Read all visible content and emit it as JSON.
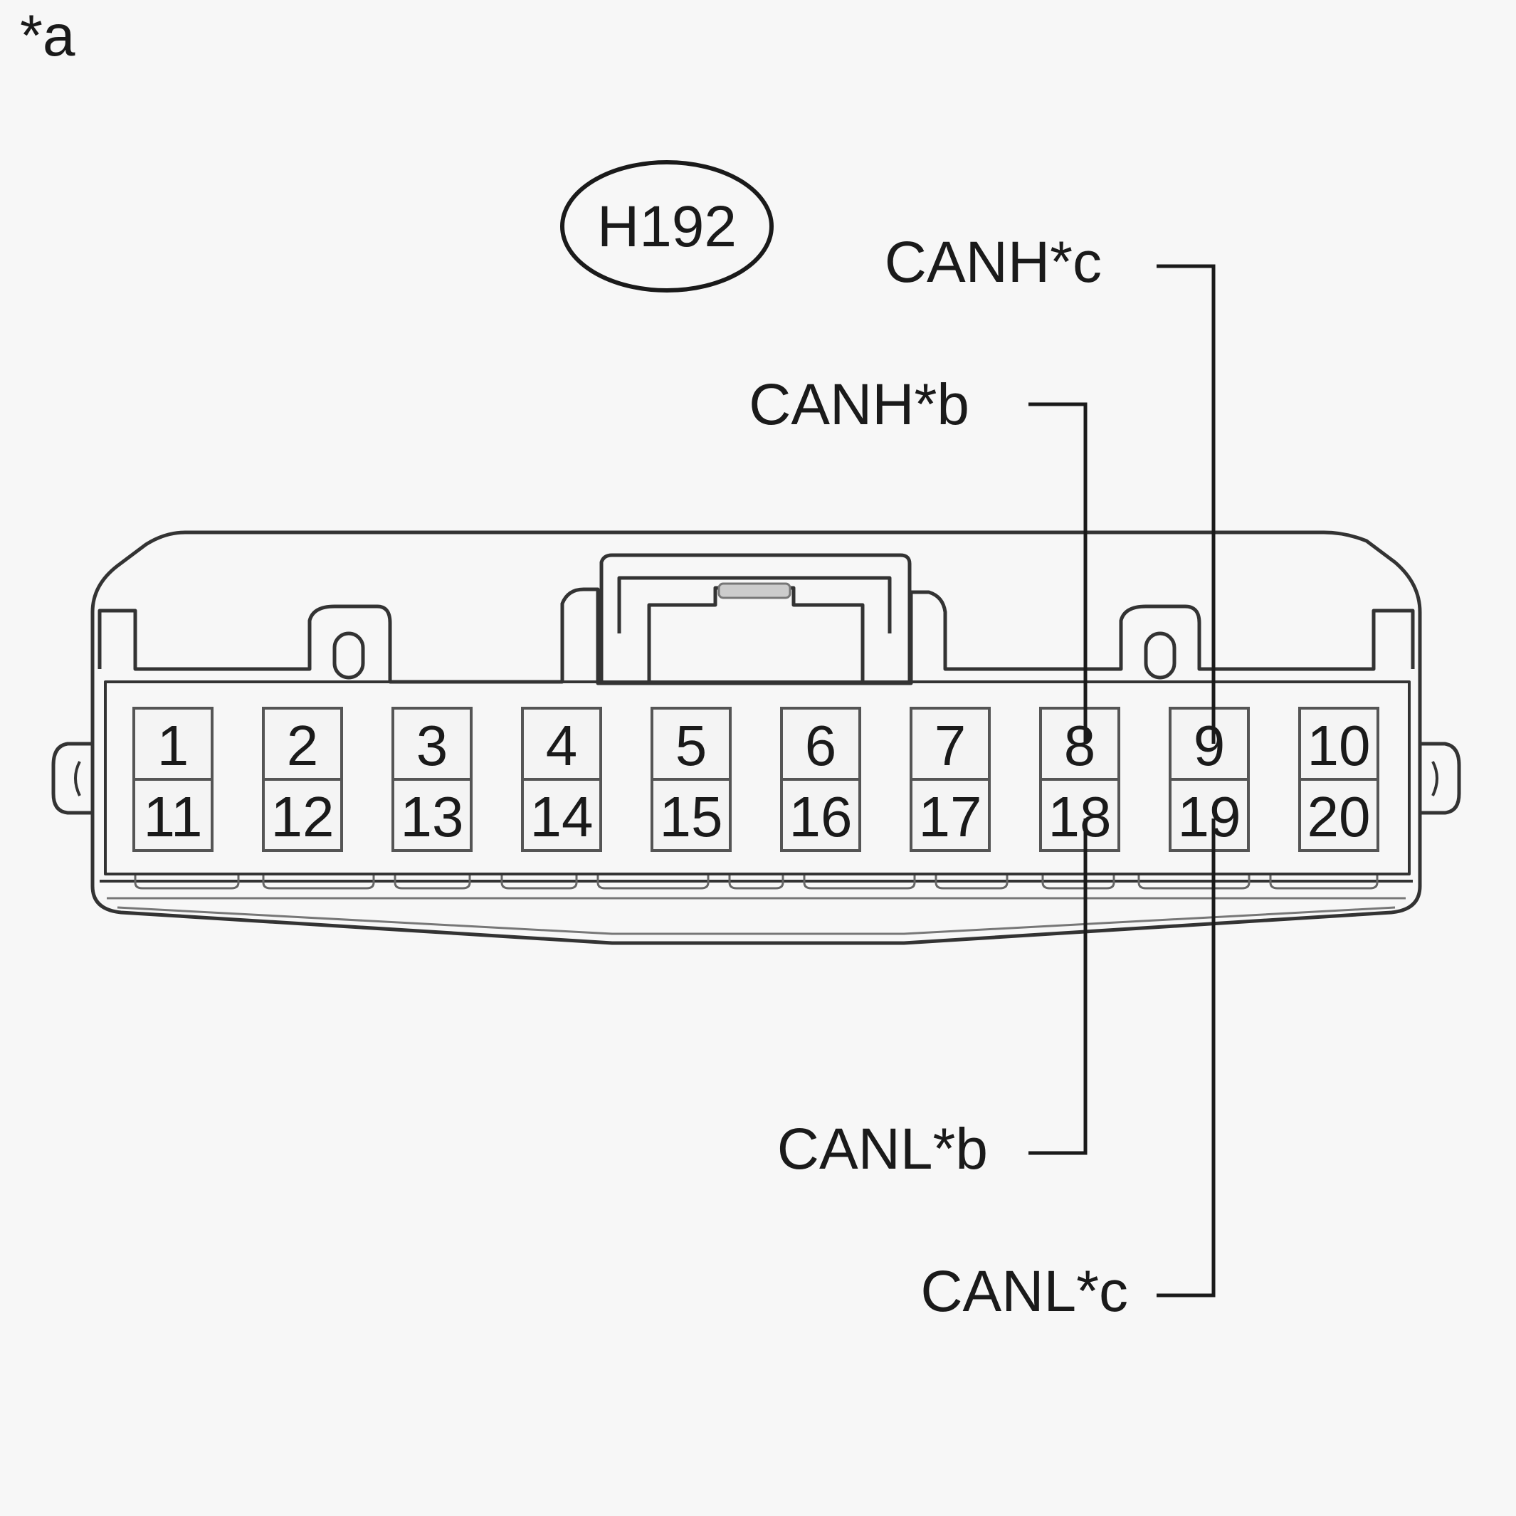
{
  "figure_marker": "*a",
  "connector_code": "H192",
  "pins_top": [
    "1",
    "2",
    "3",
    "4",
    "5",
    "6",
    "7",
    "8",
    "9",
    "10"
  ],
  "pins_bottom": [
    "11",
    "12",
    "13",
    "14",
    "15",
    "16",
    "17",
    "18",
    "19",
    "20"
  ],
  "callouts": {
    "canh_c": "CANH*c",
    "canh_b": "CANH*b",
    "canl_b": "CANL*b",
    "canl_c": "CANL*c"
  },
  "colors": {
    "background": "#f7f7f7",
    "line": "#1a1a1a",
    "body_line": "#333333"
  }
}
